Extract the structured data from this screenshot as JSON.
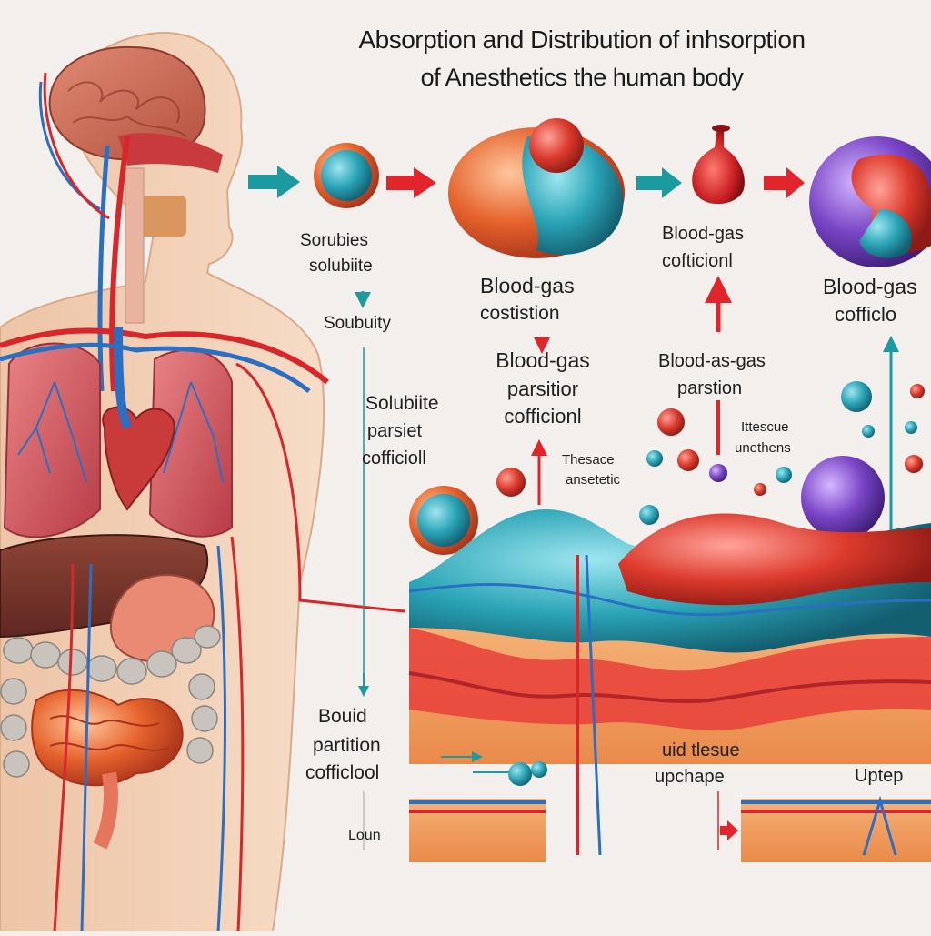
{
  "title": {
    "line1": "Absorption and Distribution of inhsorption",
    "line2": "of Anesthetics the human body"
  },
  "labels": {
    "solubility_top_1": "Sorubies",
    "solubility_top_2": "solubiite",
    "solubility_mid": "Soubuity",
    "blood_gas_1_line1": "Blood-gas",
    "blood_gas_1_line2": "costistion",
    "blood_gas_partition_line1": "Blood-gas",
    "blood_gas_partition_line2": "parsitior",
    "blood_gas_partition_line3": "cofficionl",
    "blood_gas_2_line1": "Blood-gas",
    "blood_gas_2_line2": "cofticionl",
    "blood_gas_3_line1": "Blood-gas",
    "blood_gas_3_line2": "cofficlo",
    "blood_as_gas_line1": "Blood-as-gas",
    "blood_as_gas_line2": "parstion",
    "solubiite_partiset_line1": "Solubiite",
    "solubiite_partiset_line2": "parsiet",
    "solubiite_partiset_line3": "cofficioll",
    "thesace_line1": "Thesace",
    "thesace_line2": "ansetetic",
    "thesace_unethens_line1": "Ittescue",
    "thesace_unethens_line2": "unethens",
    "bouid_line1": "Bouid",
    "bouid_line2": "partition",
    "bouid_line3": "cofficlool",
    "uid_tissue_line1": "uid tlesue",
    "uid_tissue_line2": "upchape",
    "uptep": "Uptep",
    "loun": "Loun"
  },
  "colors": {
    "background": "#f2efec",
    "artery_red": "#d9262b",
    "vein_blue": "#2a6fc2",
    "teal_molecule": "#2aa4b6",
    "orange_molecule": "#e05a2a",
    "purple_molecule": "#6b3fb0",
    "skin": "#f1d0b5",
    "lung": "#d8606a",
    "liver": "#7a3a2e",
    "intestine": "#e5765d",
    "arrow_teal": "#1b9aa0",
    "arrow_red": "#e2252b"
  },
  "icons": [
    "right-arrow-icon",
    "up-arrow-icon",
    "down-arrow-icon",
    "blood-drop-icon",
    "molecule-icon"
  ]
}
